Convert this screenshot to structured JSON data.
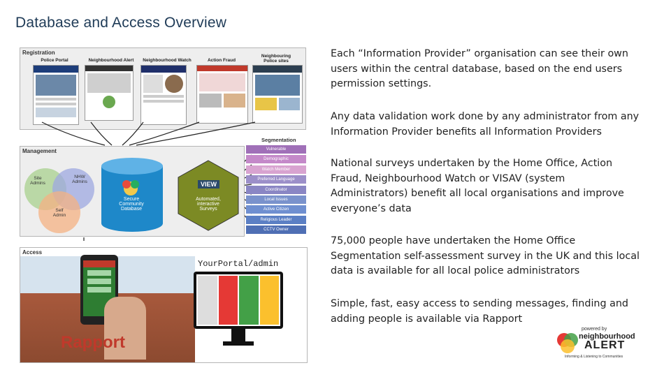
{
  "title": "Database and Access Overview",
  "registration": {
    "label": "Registration",
    "thumbs": [
      "Police Portal",
      "Neighbourhood Alert",
      "Neighbourhood Watch",
      "Action Fraud",
      "Neighbouring\nPolice sites"
    ]
  },
  "management": {
    "label": "Management",
    "site_admins": "Site\nAdmins",
    "nhw_admins": "NHW\nAdmins",
    "self_admin": "Self\nAdmin",
    "database": "Secure\nCommunity\nDatabase",
    "view_badge": "VIEW",
    "surveys": "Automated,\ninteractive\nSurveys"
  },
  "segmentation": {
    "label": "Segmentation",
    "items": [
      {
        "label": "Vulnerable",
        "color": "#a070b8"
      },
      {
        "label": "Demographic",
        "color": "#c489c9"
      },
      {
        "label": "Watch Member",
        "color": "#d8a3d0"
      },
      {
        "label": "Preferred Language",
        "color": "#9c8fc9"
      },
      {
        "label": "Coordinator",
        "color": "#8a86c4"
      },
      {
        "label": "Local Issues",
        "color": "#7a92cc"
      },
      {
        "label": "Active Citizen",
        "color": "#6f8fd0"
      },
      {
        "label": "Religious Leader",
        "color": "#5b7fc4"
      },
      {
        "label": "CCTV Owner",
        "color": "#4f6fb4"
      }
    ]
  },
  "access": {
    "label": "Access",
    "portal_title": "YourPortal/admin",
    "rapport": "Rapport"
  },
  "bullets": [
    "Each “Information Provider” organisation can see their own users within the central database, based on the end users permission settings.",
    "Any data validation work done by any administrator from any Information Provider benefits all Information Providers",
    "National surveys undertaken by the Home Office, Action Fraud, Neighbourhood Watch or VISAV (system Administrators) benefit all local organisations and improve everyone’s data",
    "75,000 people have undertaken the Home Office Segmentation self-assessment survey in the UK and this local data is available for all local police administrators",
    "Simple, fast, easy access to sending messages, finding and adding people is available via Rapport"
  ],
  "logo": {
    "powered_by": "powered by",
    "name1": "neighbourhood",
    "name2": "ALERT",
    "tagline": "Informing & Listening to Communities"
  }
}
